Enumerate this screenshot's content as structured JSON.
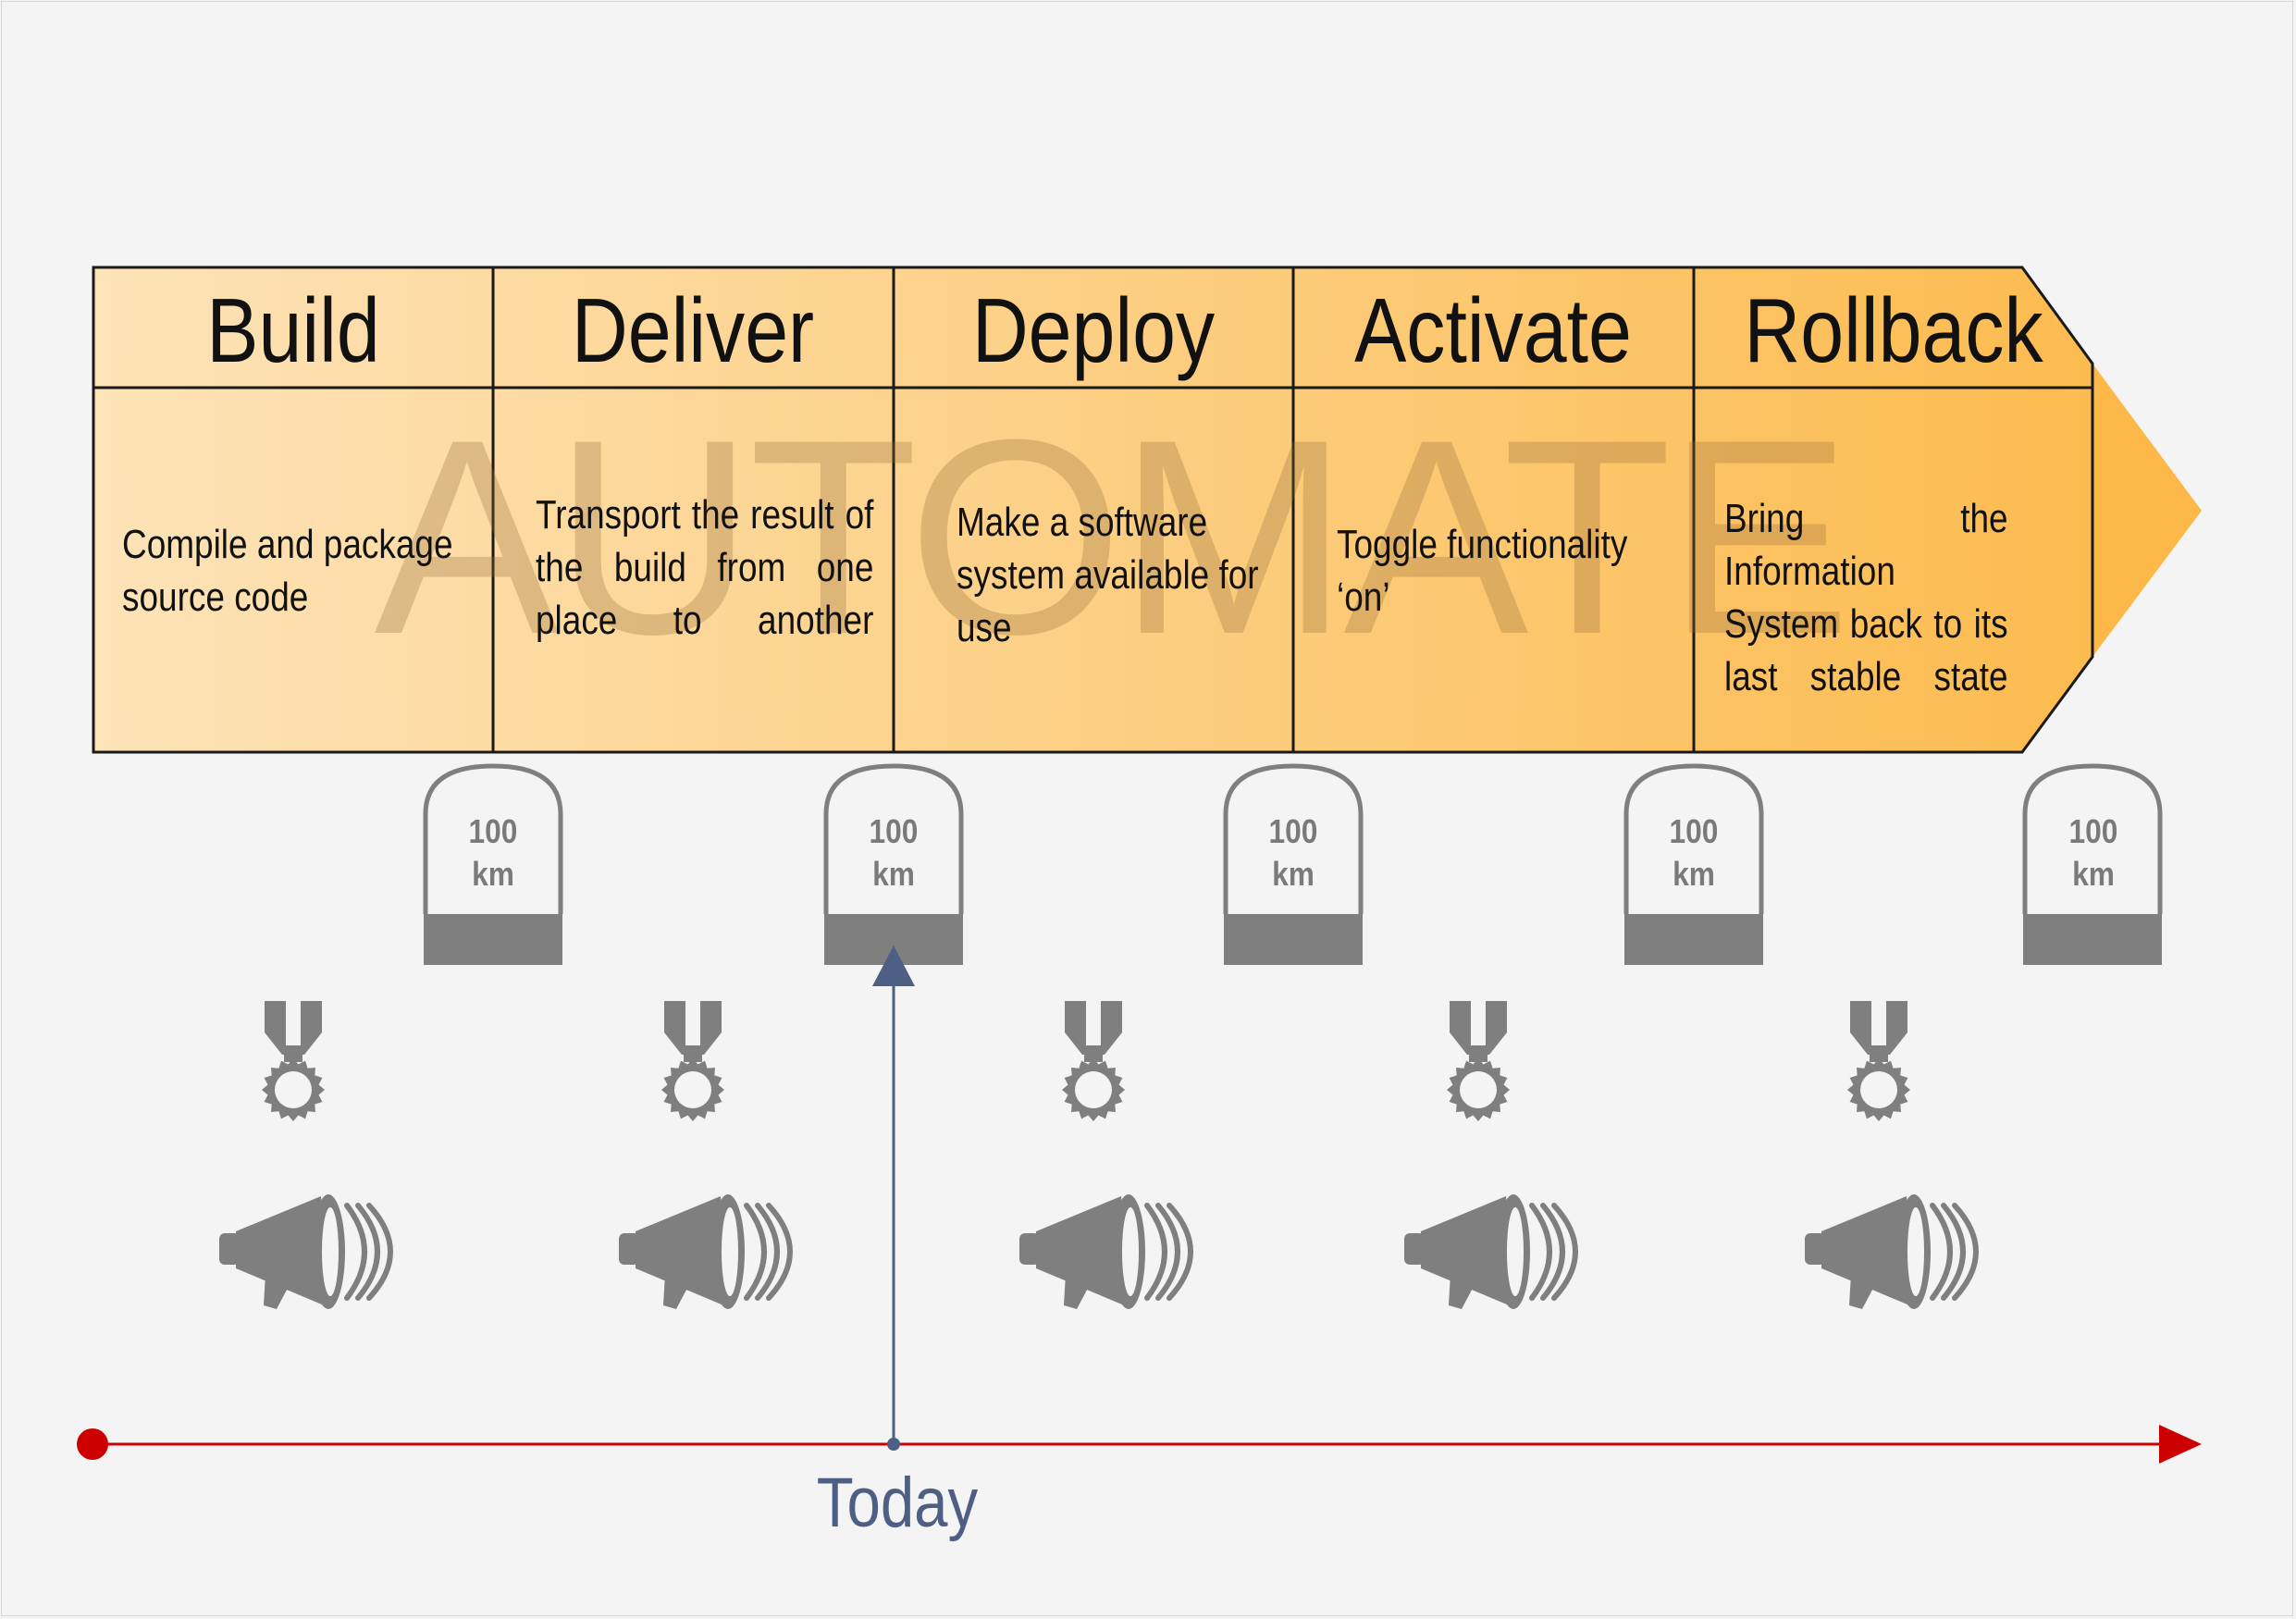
{
  "watermark": "AUTOMATE",
  "stages": [
    {
      "title": "Build",
      "description": "Compile and package source code"
    },
    {
      "title": "Deliver",
      "description": "Transport the result of the build from one place to another"
    },
    {
      "title": "Deploy",
      "description": "Make a software system available for use"
    },
    {
      "title": "Activate",
      "description": "Toggle functionality ‘on’"
    },
    {
      "title": "Rollback",
      "description": "Bring the Information System back to its last stable state"
    }
  ],
  "milestones": [
    {
      "value": "100",
      "unit": "km"
    },
    {
      "value": "100",
      "unit": "km"
    },
    {
      "value": "100",
      "unit": "km"
    },
    {
      "value": "100",
      "unit": "km"
    },
    {
      "value": "100",
      "unit": "km"
    }
  ],
  "timeline": {
    "marker_label": "Today"
  },
  "colors": {
    "gradient_start": "#fde3b8",
    "gradient_end": "#fcb94a",
    "stroke": "#1a1a1a",
    "icon_gray": "#7f7f7f",
    "timeline_red": "#cc0000",
    "today_blue": "#4e5f85"
  },
  "icons": [
    "milestone-stone-icon",
    "medal-icon",
    "megaphone-icon"
  ]
}
